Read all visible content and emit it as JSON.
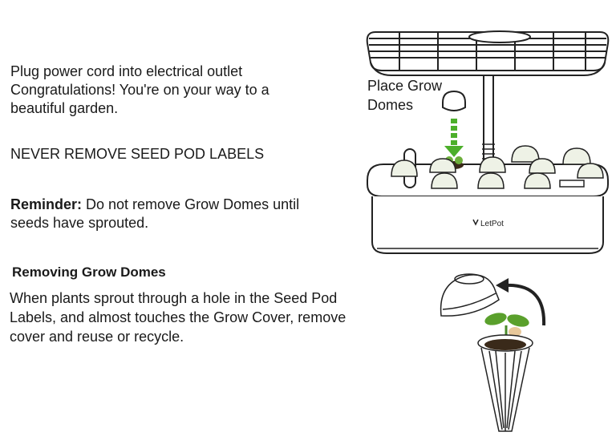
{
  "instructions": {
    "step1": {
      "line1": "Plug power cord into electrical outlet",
      "line2": "Congratulations! You're on your way to a",
      "line3": "beautiful garden."
    },
    "warning": "NEVER REMOVE SEED POD LABELS",
    "reminder": {
      "label": "Reminder:",
      "line1": " Do not remove Grow Domes until",
      "line2": "seeds have sprouted."
    },
    "removing": {
      "heading": "Removing Grow Domes",
      "line1": "When plants sprout through a hole in the Seed Pod",
      "line2": "Labels, and almost touches the Grow Cover, remove",
      "line3": "cover and reuse or recycle."
    }
  },
  "illustration_top": {
    "caption_line1": "Place Grow",
    "caption_line2": "Domes",
    "brand": "LetPot",
    "arrow_color": "#4caf2a"
  },
  "illustration_bottom": {
    "leaf_color": "#5aa02c",
    "soil_color": "#3a2a1a"
  }
}
